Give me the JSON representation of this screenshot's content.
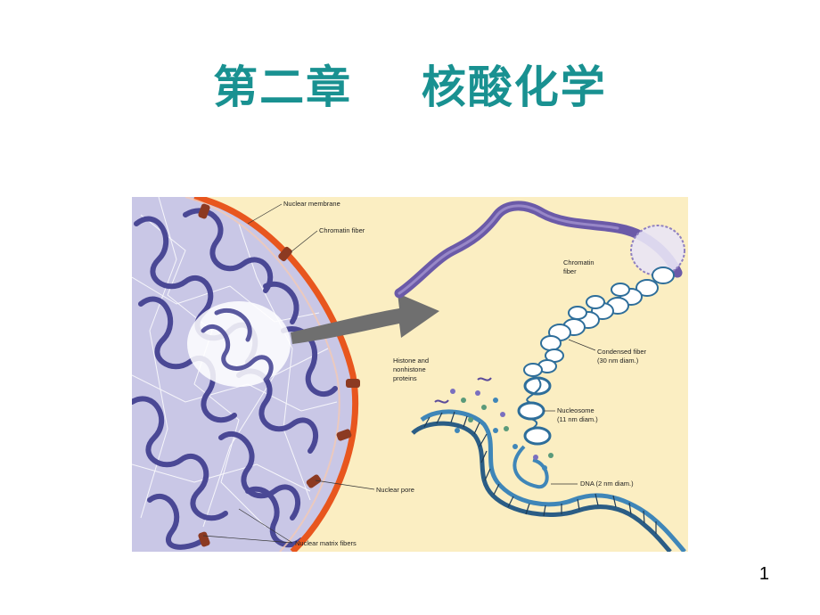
{
  "slide": {
    "title": "第二章    核酸化学",
    "page_number": "1"
  },
  "figure": {
    "labels": {
      "nuclear_membrane": "Nuclear membrane",
      "chromatin_fiber_left": "Chromatin fiber",
      "chromatin_fiber_right_1": "Chromatin",
      "chromatin_fiber_right_2": "fiber",
      "histone_1": "Histone and",
      "histone_2": "nonhistone",
      "histone_3": "proteins",
      "condensed_1": "Condensed fiber",
      "condensed_2": "(30 nm diam.)",
      "nucleosome_1": "Nucleosome",
      "nucleosome_2": "(11 nm diam.)",
      "dna": "DNA (2 nm diam.)",
      "nuclear_pore": "Nuclear pore",
      "nuclear_matrix": "Nuclear matrix fibers"
    },
    "colors": {
      "background": "#fbeec2",
      "membrane": "#e8561e",
      "chromatin": "#4a4895",
      "nucleus_fill": "#c9c7e6",
      "dna_blue": "#3f86b8",
      "pore": "#8c3a22"
    }
  }
}
